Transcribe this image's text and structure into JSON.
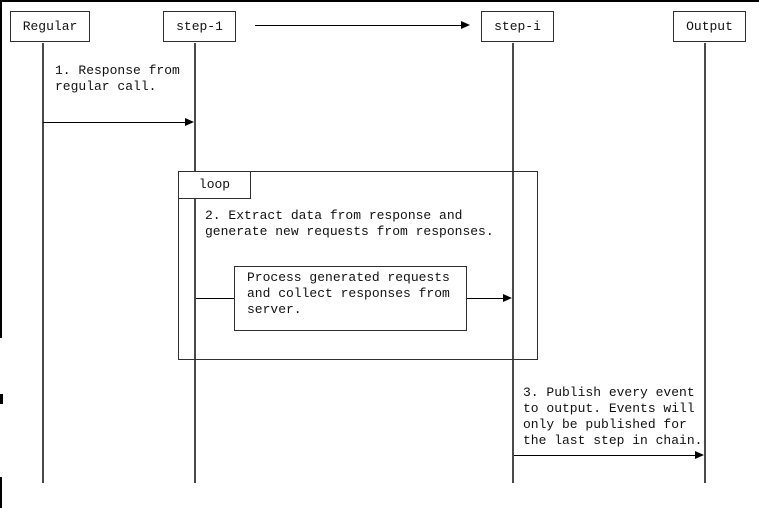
{
  "participants": [
    {
      "label": "Regular"
    },
    {
      "label": "step-1"
    },
    {
      "label": "step-i"
    },
    {
      "label": "Output"
    }
  ],
  "fragment": {
    "label": "loop"
  },
  "messages": {
    "m1": {
      "text": "1. Response from\nregular call.",
      "from": "Regular",
      "to": "step-1"
    },
    "m2": {
      "text": "2. Extract data from response and\ngenerate new requests from responses.",
      "from": "step-1",
      "to": "step-1"
    },
    "process": {
      "text": "Process generated requests\nand collect responses from\nserver.",
      "from": "step-1",
      "to": "step-i"
    },
    "m3": {
      "text": "3. Publish every event\nto output. Events will\nonly be published for\nthe last step in chain.",
      "from": "step-i",
      "to": "Output"
    }
  }
}
